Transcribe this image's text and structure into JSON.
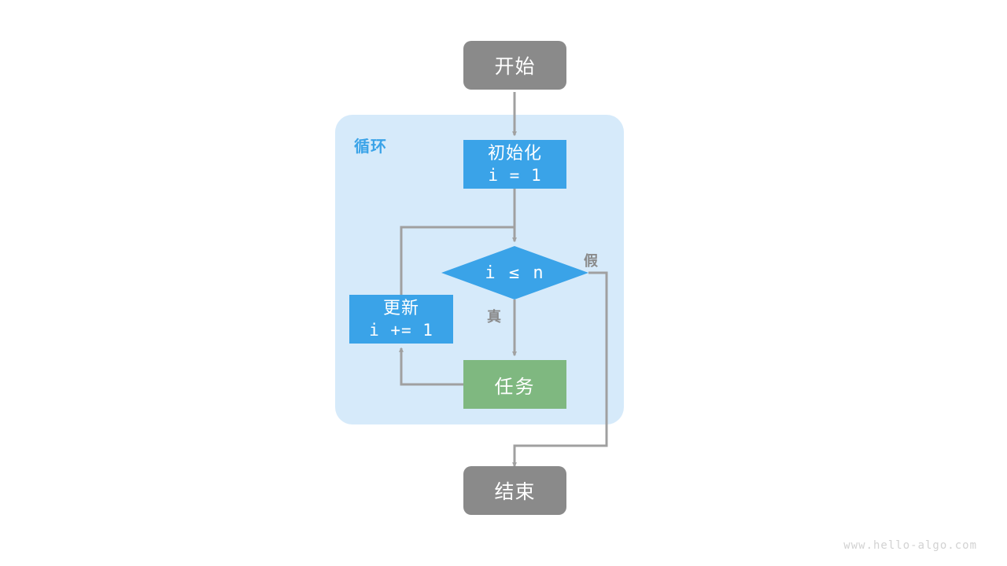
{
  "diagram": {
    "title_watermark": "www.hello-algo.com",
    "group": {
      "label": "循环",
      "fill": "#d6eafa",
      "label_color": "#3aa3e8"
    },
    "colors": {
      "terminal": "#8a8a8a",
      "process": "#3aa3e8",
      "decision": "#3aa3e8",
      "task": "#7fb880",
      "edge": "#a0a0a0",
      "edge_label": "#8a8a8a",
      "background": "#ffffff",
      "node_text": "#ffffff",
      "watermark": "#d2d2d2"
    },
    "nodes": [
      {
        "id": "start",
        "shape": "rounded-rect",
        "label": "开始",
        "fill": "#8a8a8a"
      },
      {
        "id": "init",
        "shape": "rect",
        "label_line1": "初始化",
        "label_line2": "i = 1",
        "fill": "#3aa3e8"
      },
      {
        "id": "condition",
        "shape": "diamond",
        "label": "i ≤ n",
        "fill": "#3aa3e8"
      },
      {
        "id": "update",
        "shape": "rect",
        "label_line1": "更新",
        "label_line2": "i += 1",
        "fill": "#3aa3e8"
      },
      {
        "id": "task",
        "shape": "rect",
        "label": "任务",
        "fill": "#7fb880"
      },
      {
        "id": "end",
        "shape": "rounded-rect",
        "label": "结束",
        "fill": "#8a8a8a"
      }
    ],
    "edges": [
      {
        "from": "start",
        "to": "init",
        "label": ""
      },
      {
        "from": "init",
        "to": "condition",
        "label": ""
      },
      {
        "from": "condition",
        "to": "task",
        "label": "真"
      },
      {
        "from": "condition",
        "to": "end",
        "label": "假"
      },
      {
        "from": "task",
        "to": "update",
        "label": ""
      },
      {
        "from": "update",
        "to": "condition",
        "label": ""
      }
    ]
  }
}
